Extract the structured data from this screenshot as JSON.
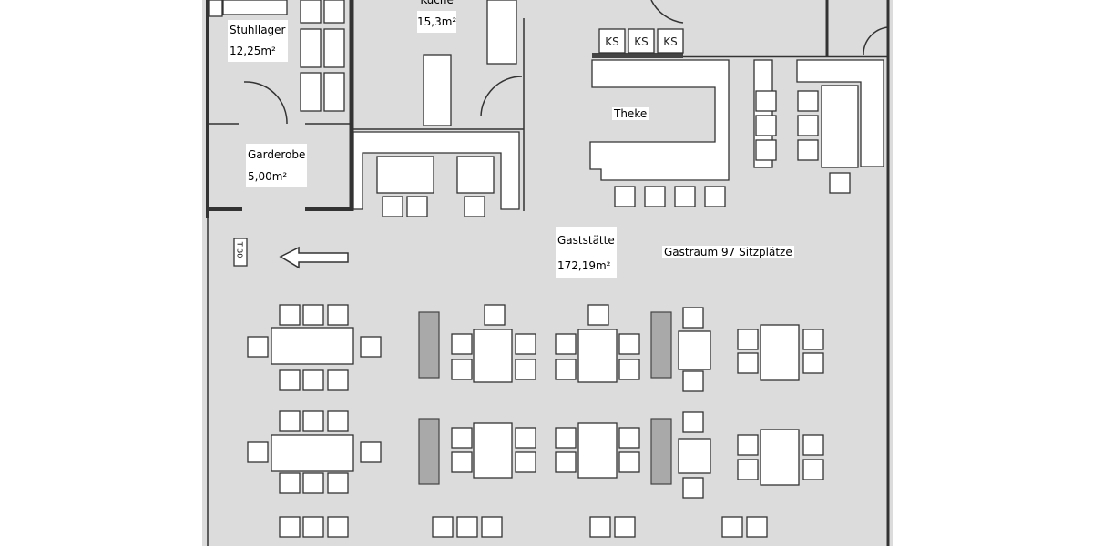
{
  "plan": {
    "rooms": {
      "kitchen_name": "Küche",
      "kitchen_area": "15,3m²",
      "chair_storage_name": "Stuhllager",
      "chair_storage_area": "12,25m²",
      "cloakroom_name": "Garderobe",
      "cloakroom_area": "5,00m²",
      "bar_name": "Theke",
      "restaurant_name": "Gaststätte",
      "restaurant_area": "172,19m²",
      "dining_room": "Gastraum 97 Sitzplätze"
    },
    "fridge_labels": [
      "KS",
      "KS",
      "KS"
    ],
    "door_label": "T 30",
    "colors": {
      "floor": "#dcdcdc",
      "wall": "#333333",
      "bench": "#a9a9a9"
    }
  }
}
